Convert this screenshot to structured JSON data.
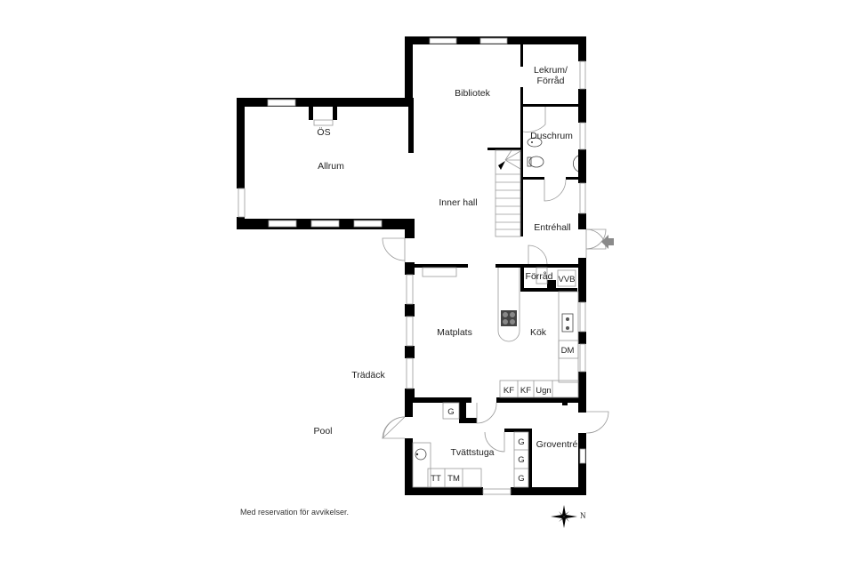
{
  "floorplan": {
    "rooms": {
      "bibliotek": "Bibliotek",
      "lekrum": "Lekrum/",
      "lekrum2": "Förråd",
      "duschrum": "Duschrum",
      "os": "ÖS",
      "allrum": "Allrum",
      "inner_hall": "Inner hall",
      "entrehall": "Entréhall",
      "forrad": "Förråd",
      "vvb": "VVB",
      "matplats": "Matplats",
      "kok": "Kök",
      "dm": "DM",
      "kf1": "KF",
      "kf2": "KF",
      "ugn": "Ugn",
      "tradack": "Trädäck",
      "pool": "Pool",
      "g_top": "G",
      "g1": "G",
      "g2": "G",
      "g3": "G",
      "tvattstuga": "Tvättstuga",
      "groventre": "Groventré",
      "tt": "TT",
      "tm": "TM"
    },
    "disclaimer": "Med reservation för avvikelser.",
    "compass_label": "N",
    "colors": {
      "wall": "#000000",
      "fixture": "#9a9a9a",
      "entry_arrow": "#8a8a8a"
    }
  }
}
